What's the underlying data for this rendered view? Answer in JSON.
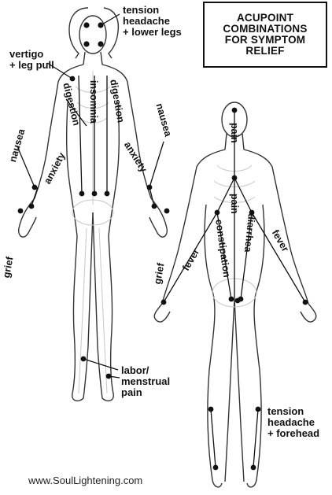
{
  "title": {
    "lines": [
      "ACUPOINT",
      "COMBINATIONS",
      "FOR SYMPTOM",
      "RELIEF"
    ]
  },
  "front_figure_labels": {
    "tension_headache_lower_legs": [
      "tension",
      "headache",
      "+ lower legs"
    ],
    "vertigo_leg_pull": [
      "vertigo",
      "+ leg pull"
    ],
    "digestion_left": "digestion",
    "insomnia": "insomnia",
    "digestion_right": "digestion",
    "nausea_left": "nausea",
    "anxiety_left": "anxiety",
    "anxiety_right": "anxiety",
    "nausea_right": "nausea",
    "grief": "grief",
    "labor_menstrual_pain": [
      "labor/",
      "menstrual",
      "pain"
    ]
  },
  "back_figure_labels": {
    "pain_upper": "pain",
    "pain_lower": "pain",
    "constipation": "constipation",
    "diarrhea": "diarrhea",
    "fever_left": "fever",
    "fever_right": "fever",
    "grief": "grief",
    "tension_headache_forehead": [
      "tension",
      "headache",
      "+ forehead"
    ]
  },
  "footer": "www.SoulLightening.com",
  "colors": {
    "ink": "#111111",
    "outline": "#333333",
    "skeleton": "#c8c8c8"
  }
}
